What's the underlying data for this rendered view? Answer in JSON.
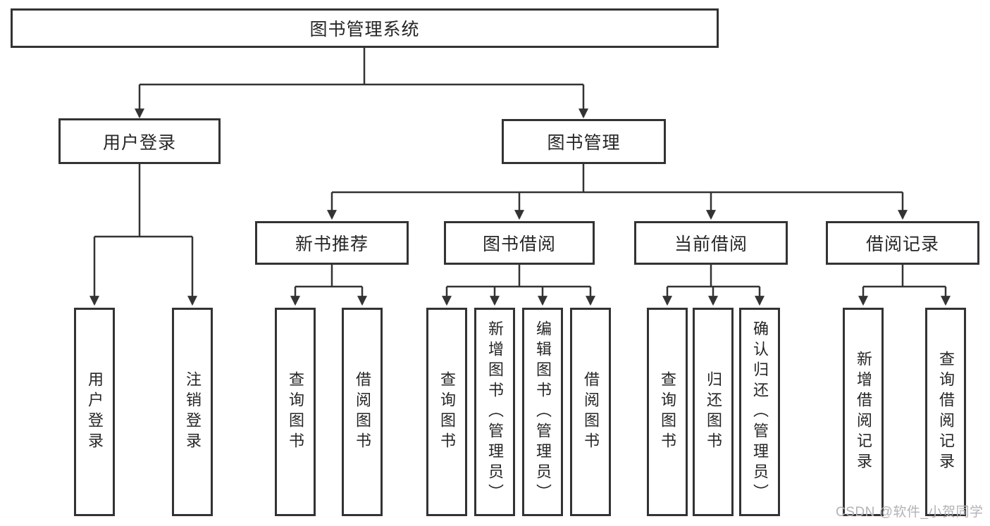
{
  "diagram": {
    "tree": {
      "label": "图书管理系统",
      "children": [
        {
          "label": "用户登录",
          "children": [
            {
              "label": "用户登录"
            },
            {
              "label": "注销登录"
            }
          ]
        },
        {
          "label": "图书管理",
          "children": [
            {
              "label": "新书推荐",
              "children": [
                {
                  "label": "查询图书"
                },
                {
                  "label": "借阅图书"
                }
              ]
            },
            {
              "label": "图书借阅",
              "children": [
                {
                  "label": "查询图书"
                },
                {
                  "label": "新增图书（管理员）"
                },
                {
                  "label": "编辑图书（管理员）"
                },
                {
                  "label": "借阅图书"
                }
              ]
            },
            {
              "label": "当前借阅",
              "children": [
                {
                  "label": "查询图书"
                },
                {
                  "label": "归还图书"
                },
                {
                  "label": "确认归还（管理员）"
                }
              ]
            },
            {
              "label": "借阅记录",
              "children": [
                {
                  "label": "新增借阅记录"
                },
                {
                  "label": "查询借阅记录"
                }
              ]
            }
          ]
        }
      ]
    },
    "watermark": "CSDN @软件_小贺同学",
    "colors": {
      "line": "#333333",
      "box_border": "#333333",
      "text": "#262626",
      "watermark": "#b3b3b3",
      "background": "#ffffff"
    }
  }
}
